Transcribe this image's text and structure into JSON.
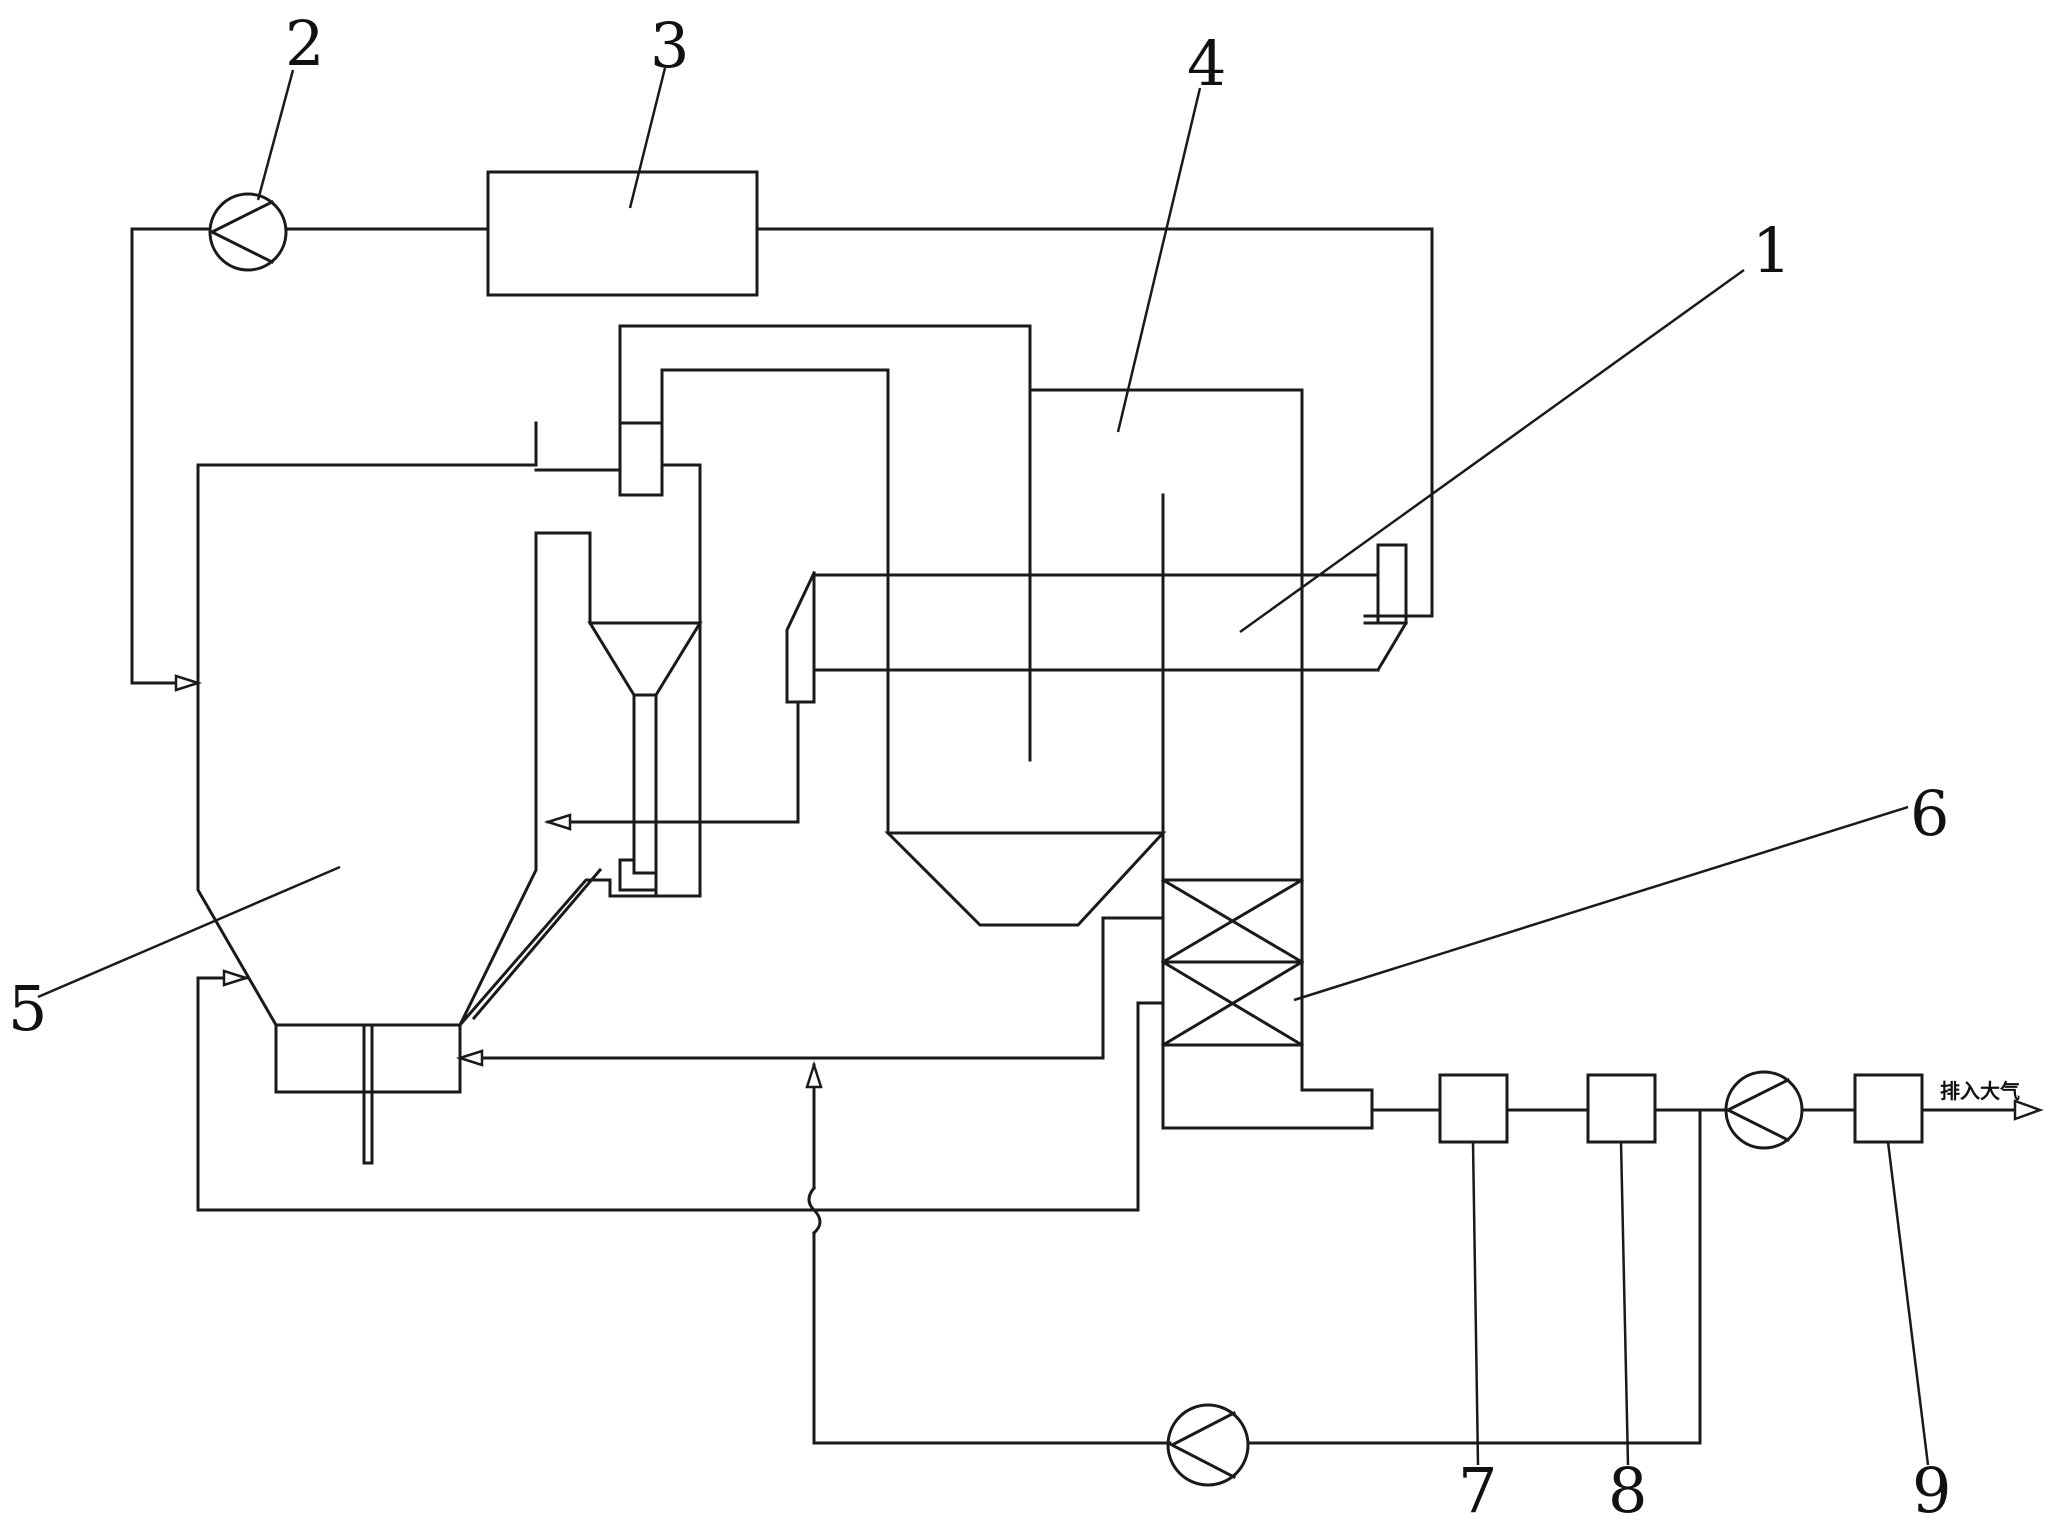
{
  "labels": {
    "l1": "1",
    "l2": "2",
    "l3": "3",
    "l4": "4",
    "l5": "5",
    "l6": "6",
    "l7": "7",
    "l8": "8",
    "l9": "9"
  },
  "outlet_note": "排入大气"
}
